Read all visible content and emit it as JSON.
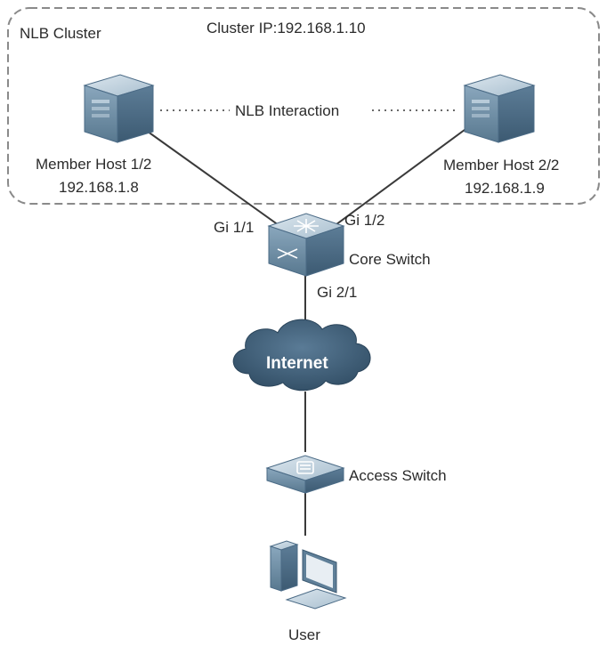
{
  "cluster": {
    "name": "NLB Cluster",
    "ip_label": "Cluster IP:192.168.1.10",
    "interaction_label": "NLB Interaction"
  },
  "hosts": [
    {
      "name": "Member Host 1/2",
      "ip": "192.168.1.8"
    },
    {
      "name": "Member Host 2/2",
      "ip": "192.168.1.9"
    }
  ],
  "core_switch": {
    "label": "Core Switch",
    "ports": {
      "left": "Gi 1/1",
      "right": "Gi 1/2",
      "down": "Gi 2/1"
    }
  },
  "internet": {
    "label": "Internet"
  },
  "access_switch": {
    "label": "Access Switch"
  },
  "user": {
    "label": "User"
  },
  "colors": {
    "device_top": "#b9cedd",
    "device_front": "#6d8da6",
    "device_side": "#4b6b86",
    "cloud": "#3c5c77",
    "line": "#3a3a3a",
    "dashed_border": "#8a8a8a"
  }
}
